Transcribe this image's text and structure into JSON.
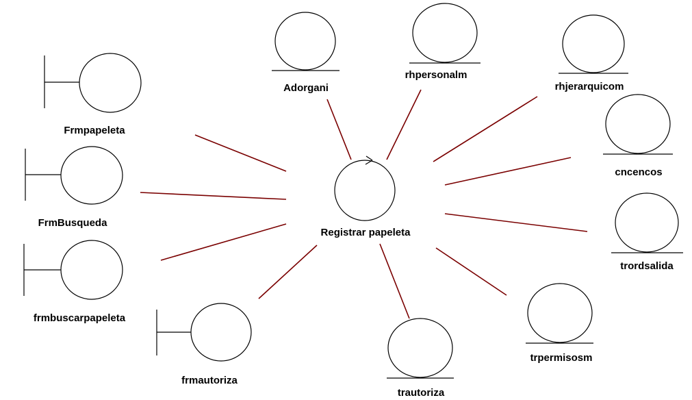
{
  "diagram": {
    "control": {
      "label": "Registrar papeleta"
    },
    "boundaries": [
      {
        "id": "frmpapeleta",
        "label": "Frmpapeleta"
      },
      {
        "id": "frmbusqueda",
        "label": "FrmBusqueda"
      },
      {
        "id": "frmbuscarpapeleta",
        "label": "frmbuscarpapeleta"
      },
      {
        "id": "frmautoriza",
        "label": "frmautoriza"
      }
    ],
    "entities": [
      {
        "id": "adorgani",
        "label": "Adorgani"
      },
      {
        "id": "rhpersonalm",
        "label": "rhpersonalm"
      },
      {
        "id": "rhjerarquicom",
        "label": "rhjerarquicom"
      },
      {
        "id": "cncencos",
        "label": "cncencos"
      },
      {
        "id": "trordsalida",
        "label": "trordsalida"
      },
      {
        "id": "trpermisosm",
        "label": "trpermisosm"
      },
      {
        "id": "trautoriza",
        "label": "trautoriza"
      }
    ],
    "association_color": "#7a0000"
  }
}
